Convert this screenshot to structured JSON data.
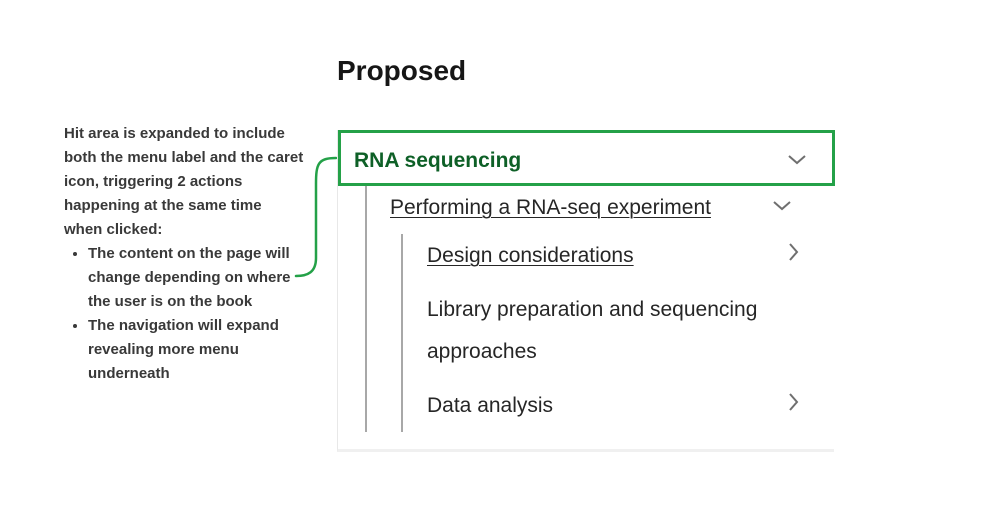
{
  "heading": "Proposed",
  "annotation": {
    "intro": "Hit area is expanded to include both the menu label and the caret icon, triggering 2 actions happening at the same time when clicked:",
    "bullets": [
      "The content on the page will change depending on where the user is on the book",
      "The navigation will expand revealing more menu underneath"
    ]
  },
  "nav": {
    "root": {
      "label": "RNA sequencing",
      "icon": "chevron-down-icon"
    },
    "level1": {
      "label": "Performing a RNA-seq experiment",
      "icon": "chevron-down-icon"
    },
    "level2": [
      {
        "label": "Design considerations",
        "icon": "chevron-right-icon"
      },
      {
        "label": "Library preparation and sequencing approaches"
      },
      {
        "label": "Data analysis",
        "icon": "chevron-right-icon"
      }
    ]
  },
  "colors": {
    "highlight": "#24a148",
    "active_text": "#0e6027",
    "guide_line": "#a8a8a8"
  }
}
